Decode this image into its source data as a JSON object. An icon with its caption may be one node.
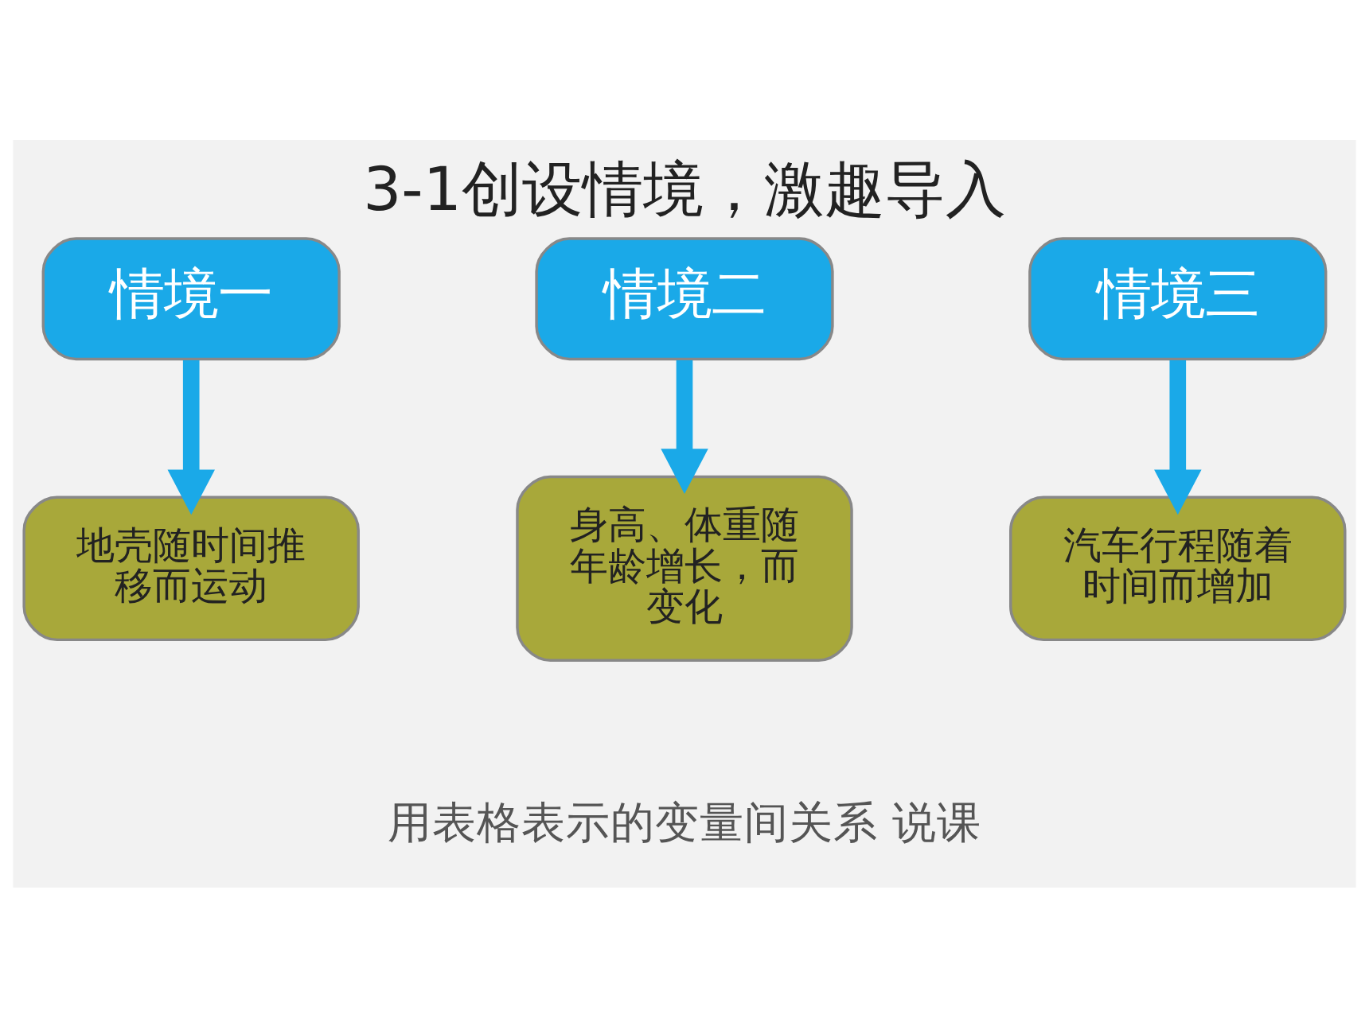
{
  "diagram": {
    "title": "3-1创设情境，激趣导入",
    "caption": "用表格表示的变量间关系 说课",
    "nodes": [
      {
        "text": [
          "情境一"
        ]
      },
      {
        "text": [
          "情境二"
        ]
      },
      {
        "text": [
          "情境三"
        ]
      },
      {
        "text": [
          "地壳随时间推移而运动"
        ]
      },
      {
        "text": [
          "身高、体重随年龄增长，而变化"
        ]
      },
      {
        "text": [
          "汽车行程随着时间而增加"
        ]
      }
    ],
    "edges": [
      {
        "from": 0,
        "to": 3,
        "arrow": "to"
      },
      {
        "from": 1,
        "to": 4,
        "arrow": "to"
      },
      {
        "from": 2,
        "to": 5,
        "arrow": "to"
      }
    ]
  }
}
